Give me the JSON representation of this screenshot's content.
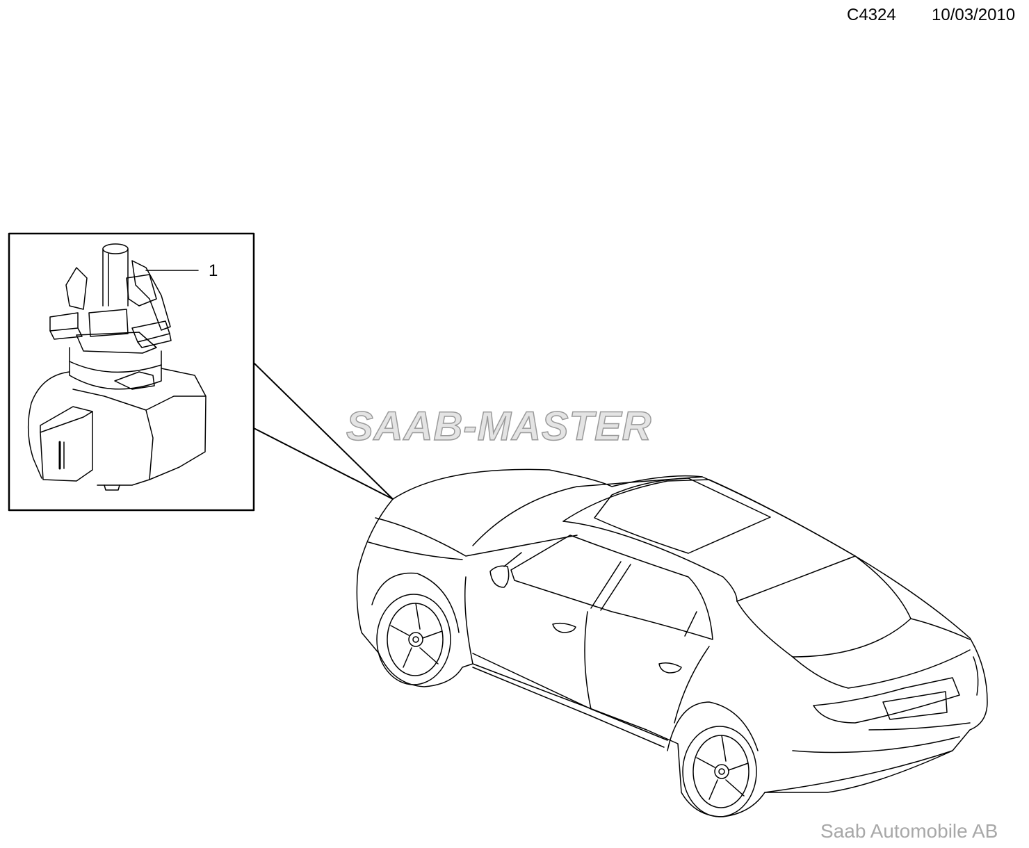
{
  "header": {
    "code": "C4324",
    "date": "10/03/2010"
  },
  "callout": {
    "number": "1"
  },
  "watermark": {
    "text": "SAAB-MASTER"
  },
  "footer": {
    "text": "Saab Automobile AB"
  }
}
